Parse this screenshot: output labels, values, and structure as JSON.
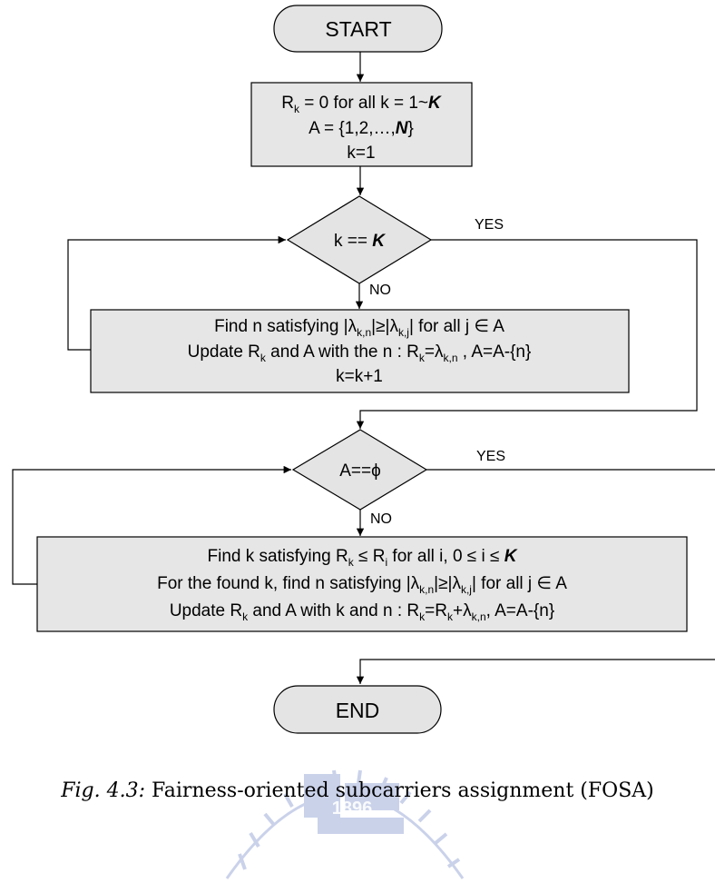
{
  "flow": {
    "start": "START",
    "end": "END",
    "init": {
      "line1_a": "R",
      "line1_sub": "k",
      "line1_b": " = 0  for all k = 1~",
      "line1_K": "K",
      "line2_a": "A = {1,2,…,",
      "line2_N": "N",
      "line2_b": "}",
      "line3": "k=1"
    },
    "cond1": {
      "a": "k == ",
      "K": "K",
      "yes": "YES",
      "no": "NO"
    },
    "loop1": {
      "l1_a": "Find n satisfying |λ",
      "l1_sub1": "k,n",
      "l1_b": "|≥|λ",
      "l1_sub2": "k,j",
      "l1_c": "| for all  j ∈ A",
      "l2_a": "Update R",
      "l2_sub1": "k",
      "l2_b": " and A with the n : R",
      "l2_sub2": "k",
      "l2_c": "=λ",
      "l2_sub3": "k,n",
      "l2_d": " , A=A-{n}",
      "l3": "k=k+1"
    },
    "cond2": {
      "a": "A==ϕ",
      "yes": "YES",
      "no": "NO"
    },
    "loop2": {
      "l1_a": "Find k satisfying R",
      "l1_sub1": "k",
      "l1_b": " ≤ R",
      "l1_sub2": "i",
      "l1_c": " for all i, 0 ≤ i ≤ ",
      "l1_K": "K",
      "l2_a": "For the found k, find n satisfying |λ",
      "l2_sub1": "k,n",
      "l2_b": "|≥|λ",
      "l2_sub2": "k,j",
      "l2_c": "| for all j ∈ A",
      "l3_a": "Update R",
      "l3_sub1": "k",
      "l3_b": " and A with k and n :  R",
      "l3_sub2": "k",
      "l3_c": "=R",
      "l3_sub3": "k",
      "l3_d": "+λ",
      "l3_sub4": "k,n",
      "l3_e": ", A=A-{n}"
    }
  },
  "caption": {
    "fig": "Fig. 4.3:",
    "text": " Fairness-oriented subcarriers assignment (FOSA)"
  },
  "watermark": {
    "year": "1896",
    "color": "#6a7fc6"
  }
}
